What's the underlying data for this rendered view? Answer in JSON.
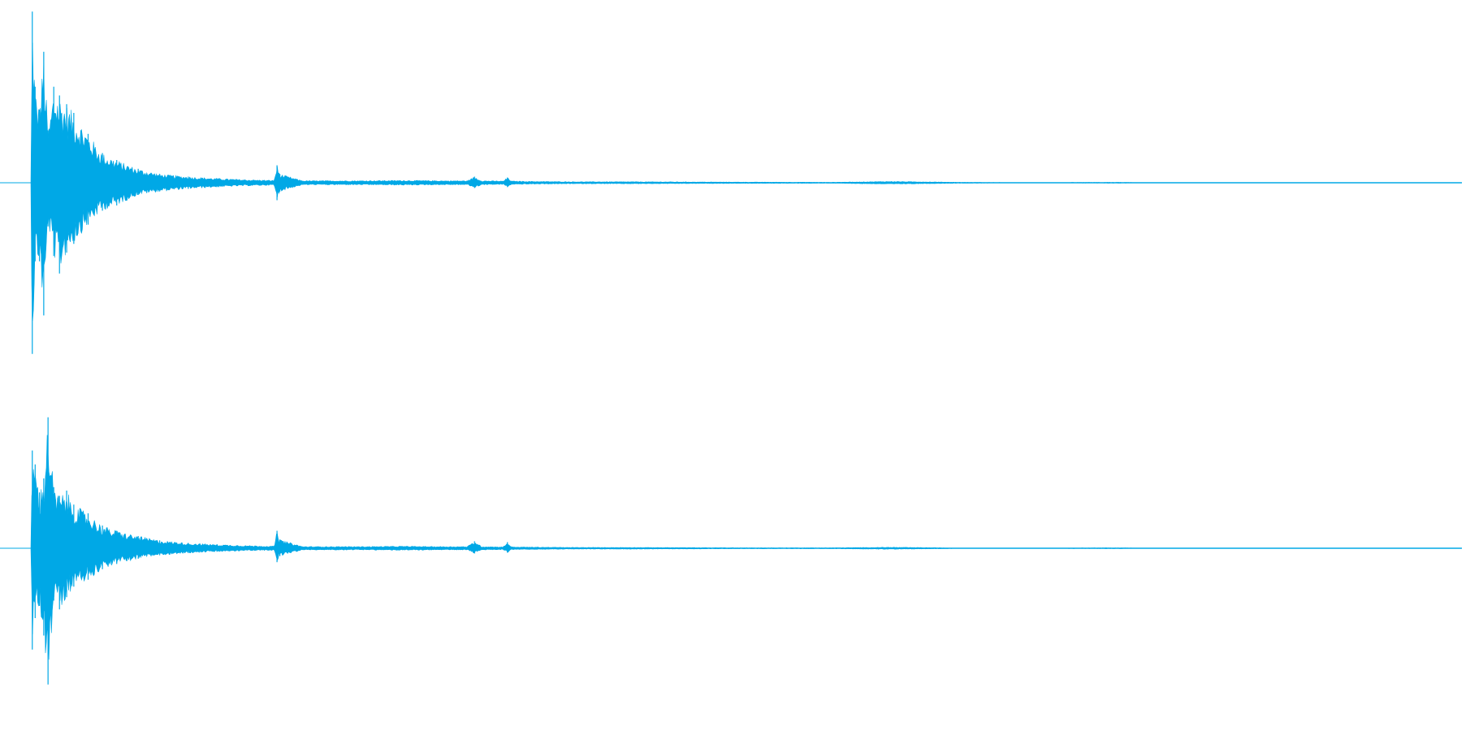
{
  "chart_data": {
    "type": "area",
    "title": "",
    "xlabel": "",
    "ylabel": "",
    "grid": false,
    "legend": "none",
    "color": "#00a8e6",
    "ylim": [
      -1,
      1
    ],
    "x_range": [
      0,
      1
    ],
    "series": [
      {
        "channel_index": 0,
        "x": [
          0.0,
          0.001,
          0.003,
          0.006,
          0.009,
          0.012,
          0.016,
          0.02,
          0.025,
          0.03,
          0.04,
          0.05,
          0.06,
          0.075,
          0.09,
          0.11,
          0.13,
          0.15,
          0.17,
          0.172,
          0.174,
          0.19,
          0.23,
          0.26,
          0.29,
          0.305,
          0.31,
          0.315,
          0.33,
          0.333,
          0.336,
          0.35,
          0.38,
          0.42,
          0.46,
          0.5,
          0.56,
          0.6,
          0.65,
          0.7,
          0.76,
          0.79,
          0.83,
          1.0
        ],
        "upper": [
          0.0,
          0.98,
          0.55,
          0.42,
          0.75,
          0.3,
          0.55,
          0.5,
          0.45,
          0.4,
          0.28,
          0.17,
          0.13,
          0.08,
          0.05,
          0.035,
          0.025,
          0.018,
          0.014,
          0.1,
          0.05,
          0.012,
          0.012,
          0.014,
          0.012,
          0.012,
          0.035,
          0.012,
          0.01,
          0.03,
          0.01,
          0.008,
          0.006,
          0.006,
          0.005,
          0.004,
          0.003,
          0.008,
          0.003,
          0.002,
          0.003,
          0.001,
          0.002,
          0.0
        ],
        "lower": [
          0.0,
          -0.98,
          -0.45,
          -0.45,
          -0.76,
          -0.25,
          -0.42,
          -0.52,
          -0.4,
          -0.35,
          -0.24,
          -0.16,
          -0.13,
          -0.07,
          -0.05,
          -0.035,
          -0.025,
          -0.018,
          -0.014,
          -0.1,
          -0.05,
          -0.012,
          -0.012,
          -0.014,
          -0.012,
          -0.012,
          -0.03,
          -0.012,
          -0.01,
          -0.025,
          -0.01,
          -0.008,
          -0.006,
          -0.006,
          -0.005,
          -0.004,
          -0.003,
          -0.008,
          -0.003,
          -0.002,
          -0.003,
          -0.001,
          -0.002,
          0.0
        ]
      },
      {
        "channel_index": 1,
        "x": [
          0.0,
          0.001,
          0.003,
          0.006,
          0.009,
          0.012,
          0.016,
          0.02,
          0.025,
          0.03,
          0.04,
          0.05,
          0.06,
          0.075,
          0.09,
          0.11,
          0.13,
          0.15,
          0.17,
          0.172,
          0.174,
          0.19,
          0.23,
          0.26,
          0.29,
          0.305,
          0.31,
          0.315,
          0.33,
          0.333,
          0.336,
          0.35,
          0.38,
          0.42,
          0.46,
          0.5,
          0.56,
          0.6,
          0.65,
          0.7,
          0.76,
          0.79,
          0.83,
          1.0
        ],
        "upper": [
          0.0,
          0.56,
          0.48,
          0.32,
          0.4,
          0.75,
          0.35,
          0.3,
          0.33,
          0.25,
          0.2,
          0.13,
          0.1,
          0.07,
          0.045,
          0.03,
          0.022,
          0.016,
          0.012,
          0.1,
          0.05,
          0.01,
          0.01,
          0.012,
          0.01,
          0.01,
          0.04,
          0.01,
          0.008,
          0.035,
          0.008,
          0.007,
          0.005,
          0.005,
          0.004,
          0.003,
          0.003,
          0.006,
          0.002,
          0.002,
          0.003,
          0.001,
          0.002,
          0.0
        ],
        "lower": [
          0.0,
          -0.58,
          -0.4,
          -0.33,
          -0.5,
          -0.78,
          -0.3,
          -0.35,
          -0.28,
          -0.22,
          -0.18,
          -0.12,
          -0.09,
          -0.06,
          -0.04,
          -0.028,
          -0.02,
          -0.015,
          -0.012,
          -0.08,
          -0.045,
          -0.01,
          -0.01,
          -0.012,
          -0.01,
          -0.01,
          -0.03,
          -0.01,
          -0.008,
          -0.025,
          -0.008,
          -0.007,
          -0.005,
          -0.005,
          -0.004,
          -0.003,
          -0.003,
          -0.006,
          -0.002,
          -0.002,
          -0.003,
          -0.001,
          -0.002,
          0.0
        ]
      }
    ]
  }
}
